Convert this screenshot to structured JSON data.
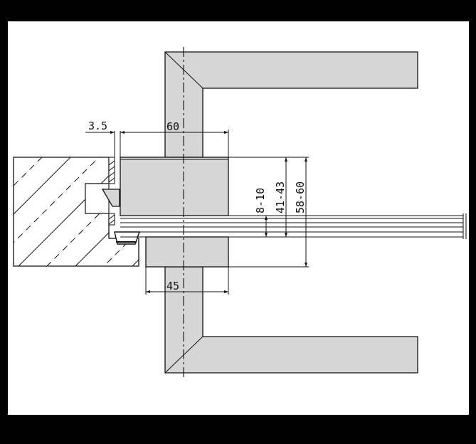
{
  "drawing": {
    "dimensions": {
      "rose_plate": "3.5",
      "upper_width": "60",
      "lower_width": "45",
      "gap": "8-10",
      "mid_height": "41-43",
      "overall_height": "58-60"
    }
  },
  "colors": {
    "background": "#000000",
    "paper": "#ffffff",
    "part_fill": "#d6d6d6",
    "line": "#111111"
  }
}
